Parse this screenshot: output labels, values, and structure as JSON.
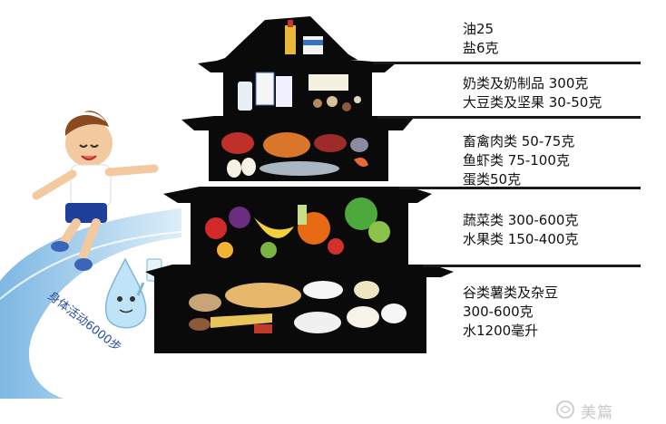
{
  "labels": {
    "tier1": [
      "油25",
      "盐6克"
    ],
    "tier2": [
      "奶类及奶制品 300克",
      "大豆类及坚果 30-50克"
    ],
    "tier3": [
      "畜禽肉类 50-75克",
      "鱼虾类 75-100克",
      "蛋类50克"
    ],
    "tier4": [
      "蔬菜类 300-600克",
      "水果类 150-400克"
    ],
    "tier5": [
      "谷类薯类及杂豆",
      "300-600克",
      "水1200毫升"
    ]
  },
  "path_text": "身体活动6000步",
  "watermark": "美篇",
  "colors": {
    "pagoda": "#0a0a0a",
    "path": "#8fc3e8",
    "shirt": "#ffffff",
    "shorts": "#1e3f9a",
    "skin": "#f3c9a0",
    "water": "#bfe3f7"
  }
}
